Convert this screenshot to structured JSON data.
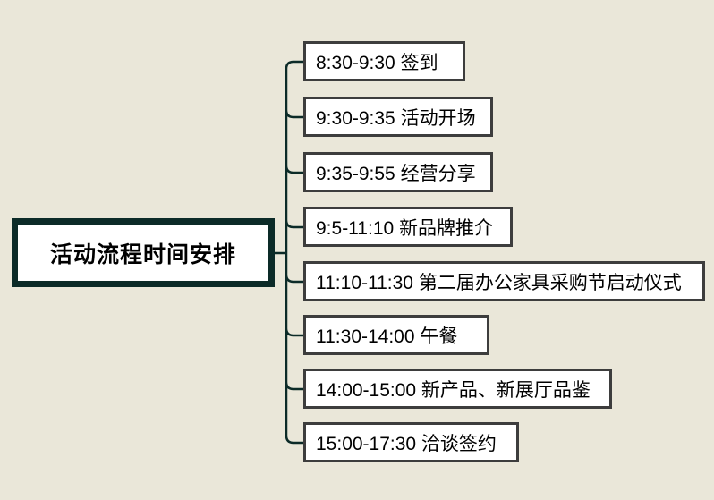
{
  "mindmap": {
    "root": {
      "label": "活动流程时间安排"
    },
    "children": [
      {
        "label": "8:30-9:30 签到"
      },
      {
        "label": "9:30-9:35 活动开场"
      },
      {
        "label": "9:35-9:55 经营分享"
      },
      {
        "label": "9:5-11:10 新品牌推介"
      },
      {
        "label": "11:10-11:30 第二届办公家具采购节启动仪式"
      },
      {
        "label": "11:30-14:00 午餐"
      },
      {
        "label": "14:00-15:00 新产品、新展厅品鉴"
      },
      {
        "label": "15:00-17:30 洽谈签约"
      }
    ]
  },
  "colors": {
    "background": "#EAE7D9",
    "connector": "#0C2B28",
    "root_border": "#0C2B28",
    "node_border": "#3D3D3D",
    "node_background": "#FFFFFF",
    "text": "#000000"
  }
}
